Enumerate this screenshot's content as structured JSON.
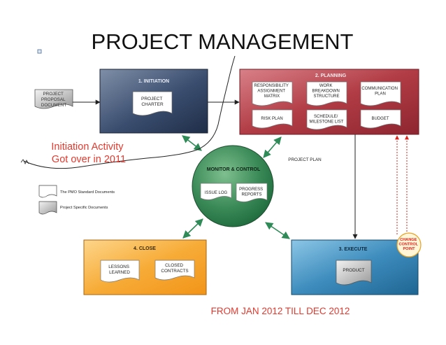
{
  "title": "PROJECT MANAGEMENT",
  "proposal": [
    "PROJECT",
    "PROPOSAL",
    "DOCUMENT"
  ],
  "initiation": {
    "label": "1. INITIATION",
    "doc": [
      "PROJECT",
      "CHARTER"
    ]
  },
  "planning": {
    "label": "2. PLANNING",
    "docs": [
      [
        "RESPONSIBILITY",
        "ASSIGNMENT",
        "MATRIX"
      ],
      [
        "WORK",
        "BREAKDOWN",
        "STRUCTURE"
      ],
      [
        "COMMUNICATION",
        "PLAN"
      ],
      [
        "RISK PLAN"
      ],
      [
        "SCHEDULE/",
        "MILESTONE LIST"
      ],
      [
        "BUDGET"
      ]
    ]
  },
  "project_plan_label": "PROJECT PLAN",
  "monitor": {
    "label": "MONITOR & CONTROL",
    "docs": [
      [
        "ISSUE LOG"
      ],
      [
        "PROGRESS",
        "REPORTS"
      ]
    ]
  },
  "close": {
    "label": "4. CLOSE",
    "docs": [
      [
        "LESSONS",
        "LEARNED"
      ],
      [
        "CLOSED",
        "CONTRACTS"
      ]
    ]
  },
  "execute": {
    "label": "3. EXECUTE",
    "docs": [
      [
        "PRODUCT"
      ]
    ]
  },
  "change_control": [
    "CHANGE",
    "CONTROL",
    "POINT"
  ],
  "legend": [
    {
      "label": "The PMO Standard Documents"
    },
    {
      "label": "Project Specific Documents"
    }
  ],
  "annotation": [
    "Initiation Activity",
    "Got over in 2011"
  ],
  "footer": "FROM JAN 2012 TILL DEC 2012",
  "colors": {
    "initiation": "#2c3e5c",
    "planning": "#a3353d",
    "monitor": "#2f7a4a",
    "close": "#f5a623",
    "execute": "#2a6f9c",
    "arrow": "#2e8b57",
    "red_text": "#e23a2f",
    "change_control": "#e0201a"
  }
}
